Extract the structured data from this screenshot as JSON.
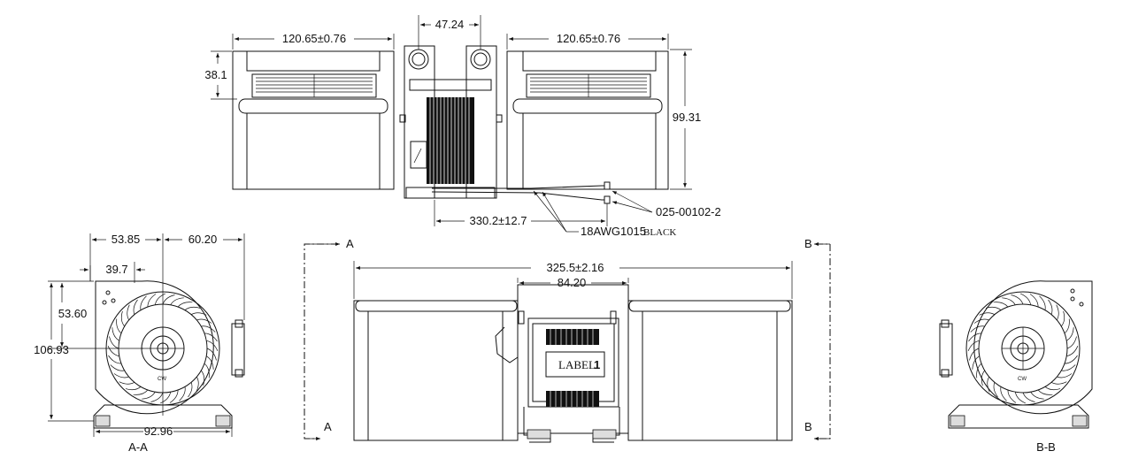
{
  "top_view": {
    "dim_left_width": "120.65±0.76",
    "dim_right_width": "120.65±0.76",
    "dim_shaft_spacing": "47.24",
    "dim_height_left": "38.1",
    "dim_height_right": "99.31",
    "dim_lead_length": "330.2±12.7",
    "connector_part": "025-00102-2",
    "wire_spec": "18AWG1015",
    "wire_color": "BLACK"
  },
  "front_view": {
    "dim_overall_length": "325.5±2.16",
    "dim_motor_width": "84.20",
    "label_text": "LABEL",
    "label_num": "1",
    "section_a_top": "A",
    "section_a_bottom": "A",
    "section_b_top": "B",
    "section_b_bottom": "B"
  },
  "section_a": {
    "dim_left": "53.85",
    "dim_right": "60.20",
    "dim_hub": "39.7",
    "dim_upper_height": "53.60",
    "dim_total_height": "106.93",
    "dim_base": "92.96",
    "rotation": "CW",
    "title": "A-A"
  },
  "section_b": {
    "rotation": "CW",
    "title": "B-B"
  }
}
